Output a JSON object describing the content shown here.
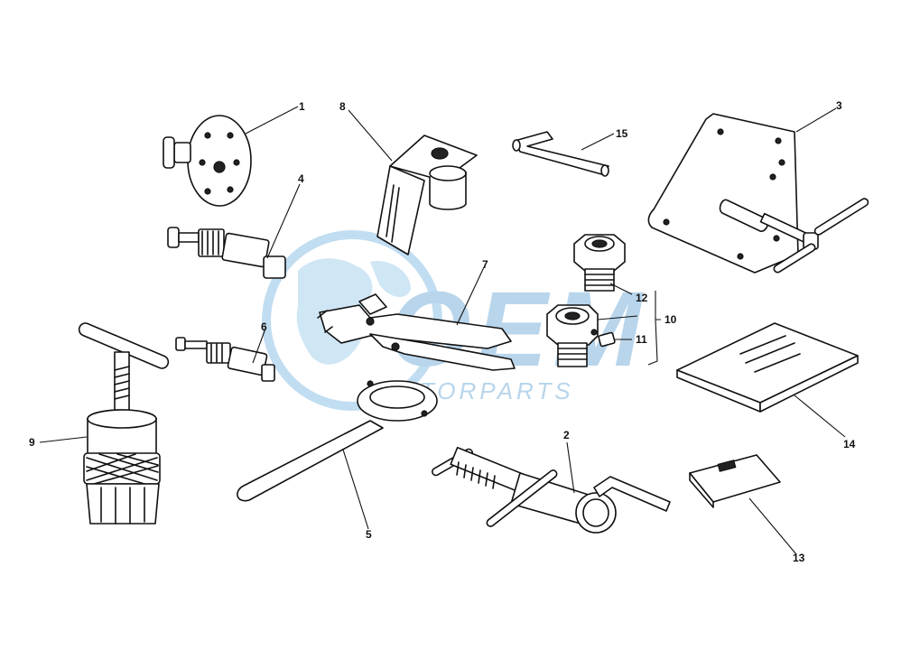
{
  "watermark": {
    "brand": "OEM",
    "sub": "MOTORPARTS",
    "globe_color": "#8fc3e6",
    "text_color": "#7fb4dc"
  },
  "callouts": {
    "c1": "1",
    "c2": "2",
    "c3": "3",
    "c4": "4",
    "c5": "5",
    "c6": "6",
    "c7": "7",
    "c8": "8",
    "c9": "9",
    "c10": "10",
    "c11": "11",
    "c12": "12",
    "c13": "13",
    "c14": "14",
    "c15": "15"
  }
}
